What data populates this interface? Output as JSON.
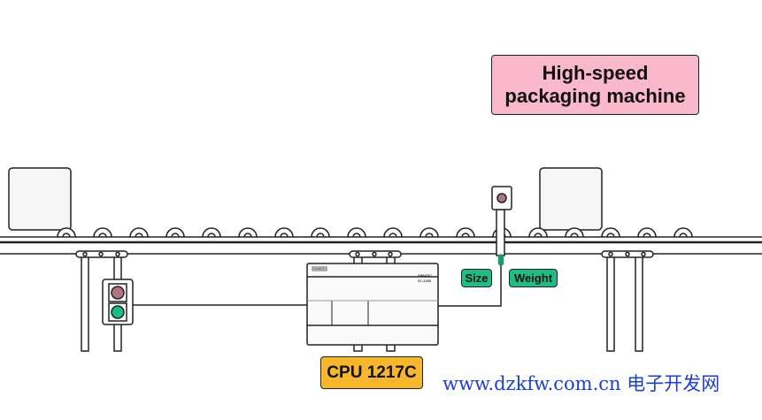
{
  "title": {
    "line1": "High-speed",
    "line2": "packaging machine"
  },
  "plc": {
    "label": "CPU 1217C",
    "brand": "SIEMENS",
    "model_line1": "SIMATIC",
    "model_line2": "S7-1200"
  },
  "sensors": {
    "size": "Size",
    "weight": "Weight"
  },
  "watermark": "www.dzkfw.com.cn 电子开发网",
  "colors": {
    "title_bg": "#f9b8cb",
    "cpu_bg": "#f6b82a",
    "sensor_bg": "#1dbd84",
    "red_light": "#b5737d",
    "green_light": "#12c083"
  }
}
